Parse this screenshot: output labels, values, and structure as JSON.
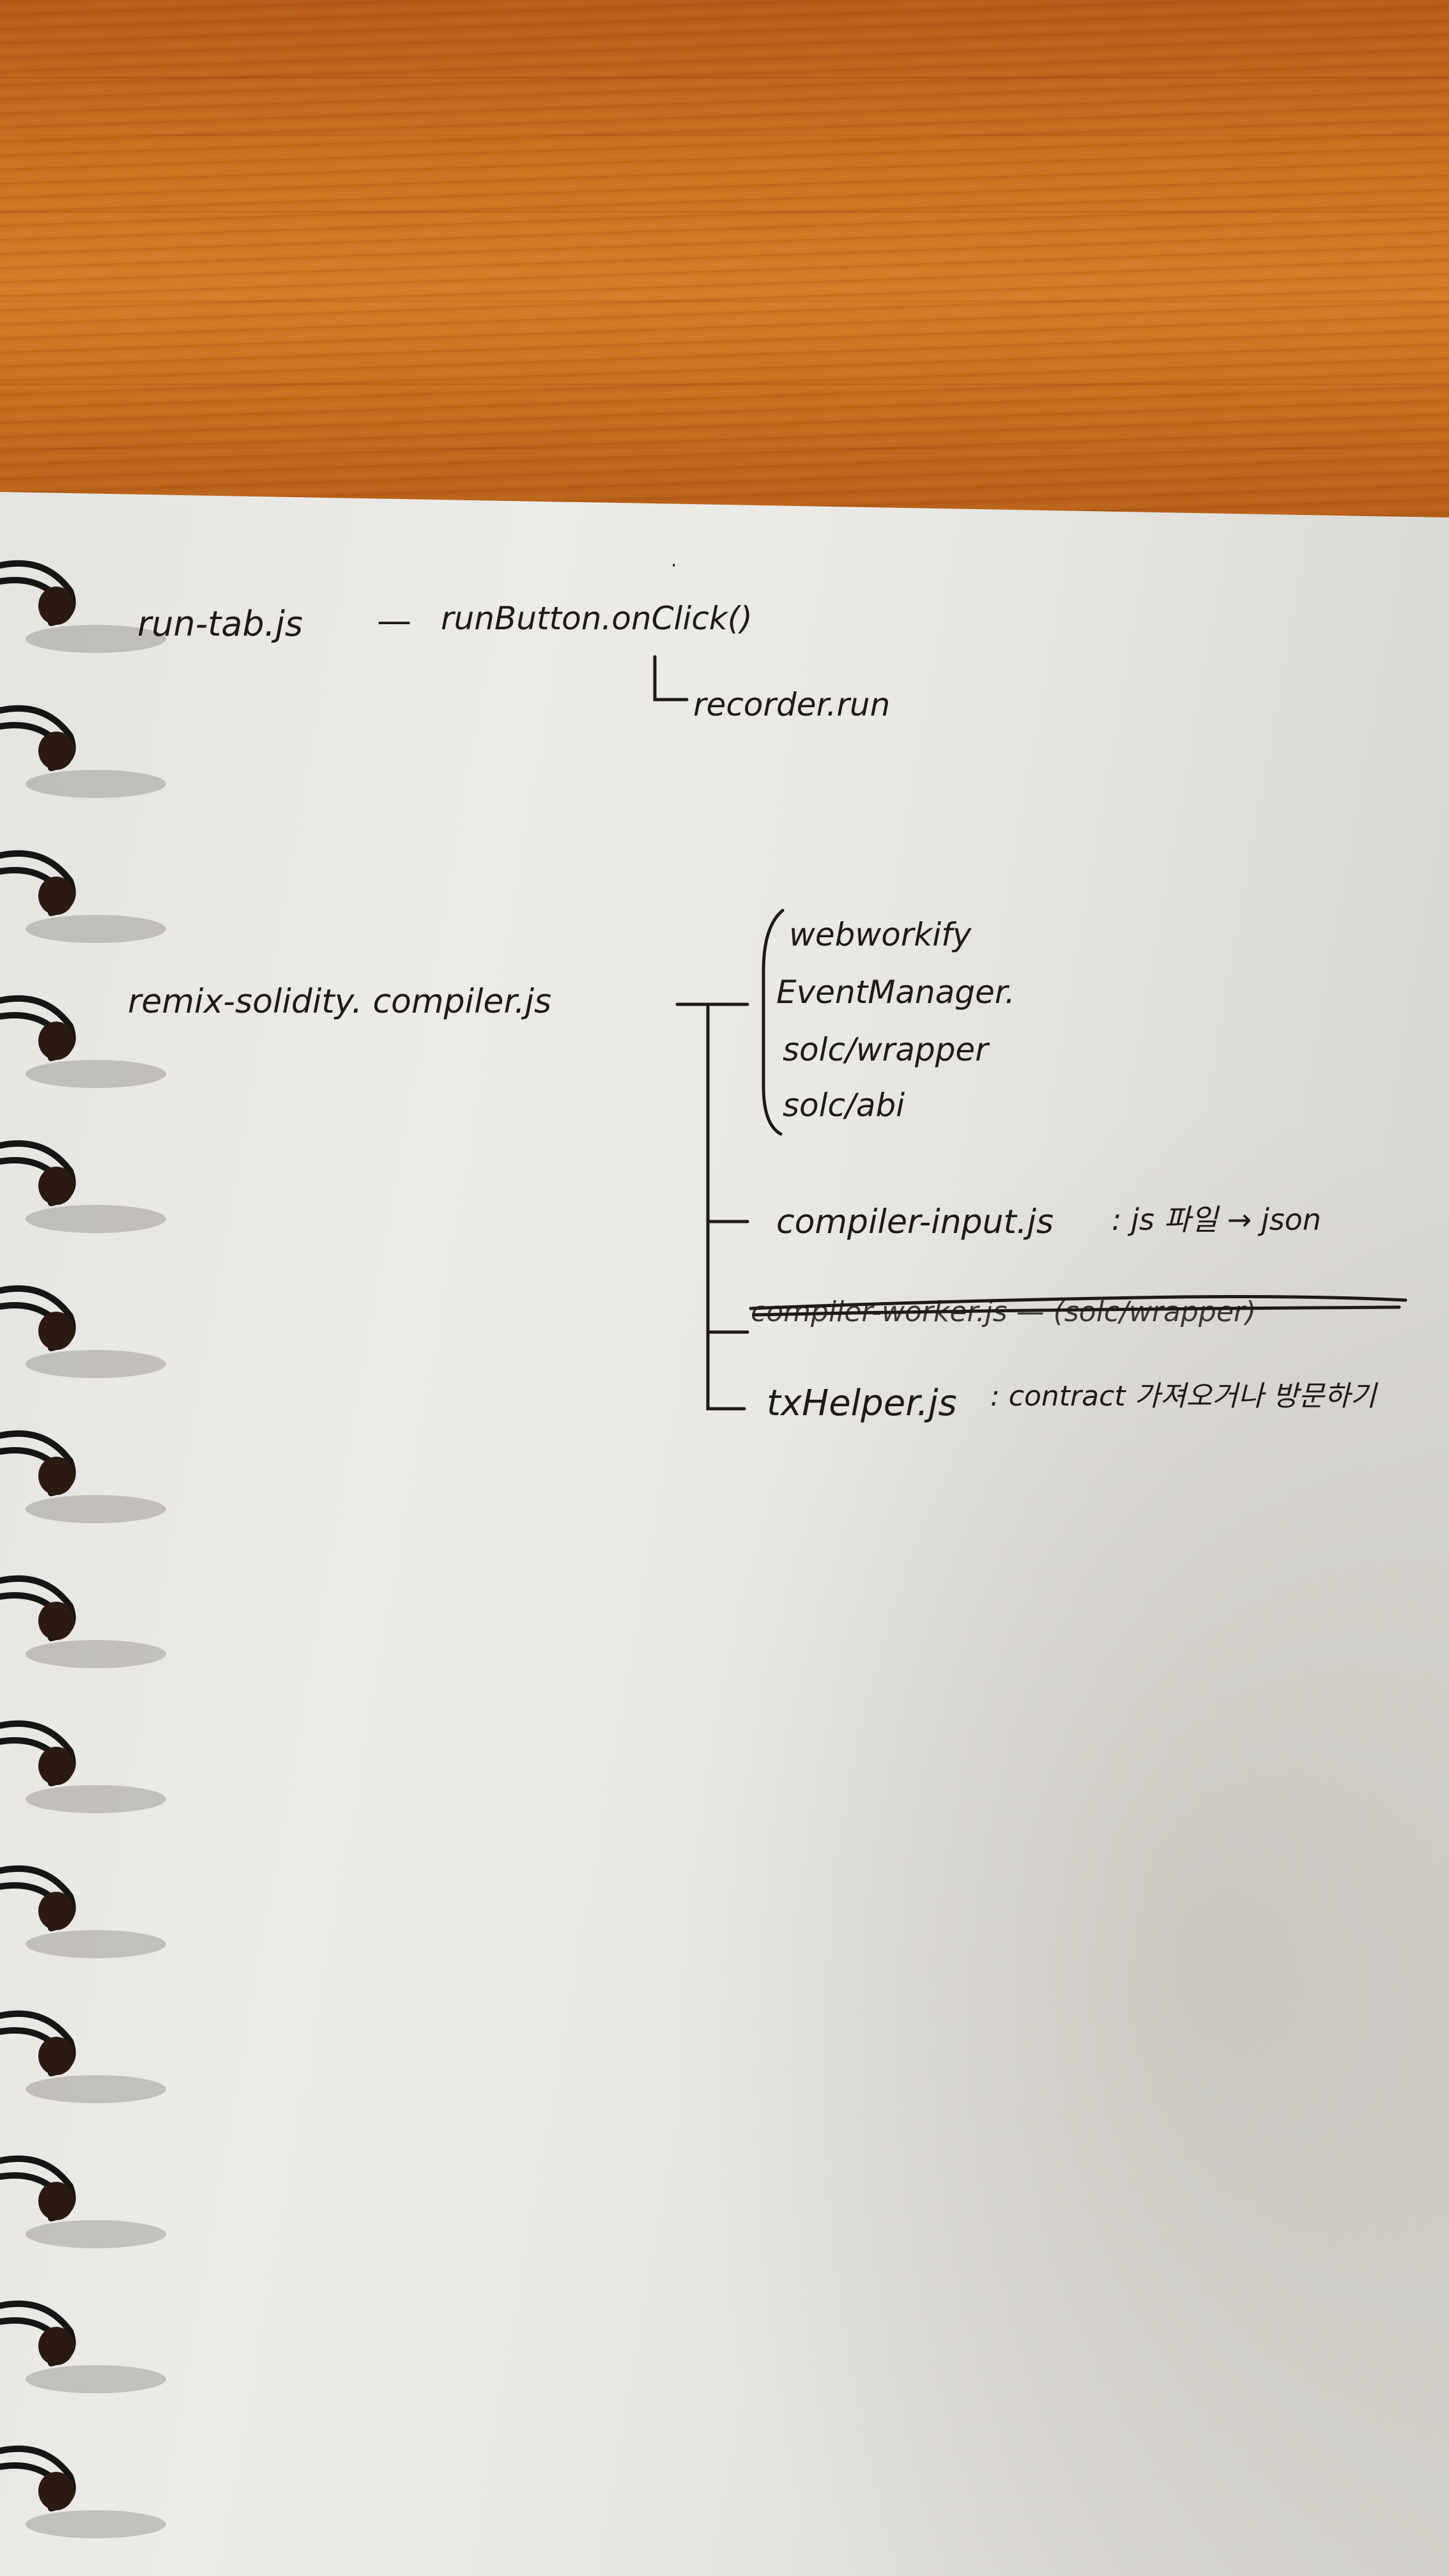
{
  "notes": {
    "run_tab": "run-tab.js",
    "run_tab_dash": "—",
    "run_button": "runButton.onClick()",
    "recorder_run": "recorder.run",
    "remix_compiler": "remix-solidity. compiler.js",
    "deps": [
      "webworkify",
      "EventManager.",
      "solc/wrapper",
      "solc/abi"
    ],
    "compiler_input": "compiler-input.js",
    "compiler_input_note": ": js 파일 → json",
    "crossed_out": "compiler-worker.js — (solc/wrapper)",
    "txhelper": "txHelper.js",
    "txhelper_note": ": contract 가져오거나 방문하기"
  },
  "colors": {
    "desk": "#c26a1c",
    "paper": "#e9e8e4",
    "ink": "#1d1a17",
    "spiral": "#151515"
  }
}
